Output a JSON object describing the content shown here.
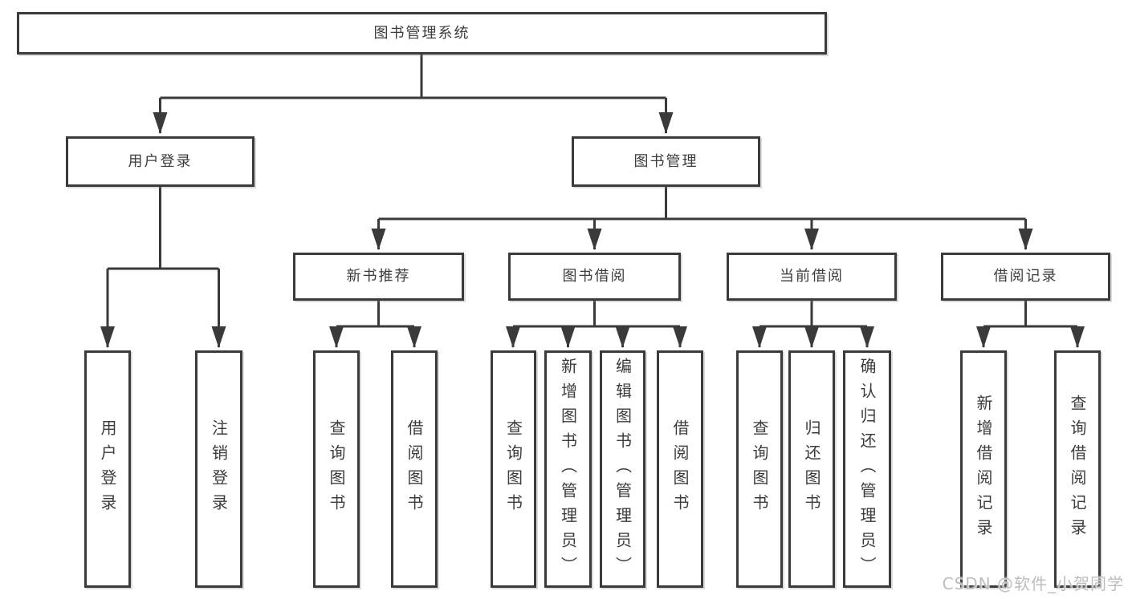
{
  "diagram": {
    "title": "图书管理系统",
    "watermark": "CSDN @软件_小贺同学",
    "colors": {
      "line": "#3a3a3a",
      "border": "#3a3a3a",
      "text": "#3c3c3c",
      "background": "#ffffff",
      "watermark": "#b9b9b9"
    }
  },
  "nodes": {
    "root": {
      "label": "图书管理系统",
      "children": [
        "user_login",
        "book_mgmt"
      ]
    },
    "user_login": {
      "label": "用户登录",
      "children": [
        "leaf_user_login",
        "leaf_logout"
      ]
    },
    "book_mgmt": {
      "label": "图书管理",
      "children": [
        "new_book_rec",
        "book_borrow",
        "current_borrow",
        "borrow_record"
      ]
    },
    "new_book_rec": {
      "label": "新书推荐",
      "children": [
        "leaf_query_book_1",
        "leaf_borrow_book_1"
      ]
    },
    "book_borrow": {
      "label": "图书借阅",
      "children": [
        "leaf_query_book_2",
        "leaf_add_book",
        "leaf_edit_book",
        "leaf_borrow_book_2"
      ]
    },
    "current_borrow": {
      "label": "当前借阅",
      "children": [
        "leaf_query_book_3",
        "leaf_return_book",
        "leaf_confirm_return"
      ]
    },
    "borrow_record": {
      "label": "借阅记录",
      "children": [
        "leaf_add_record",
        "leaf_query_record"
      ]
    },
    "leaf_user_login": {
      "label": "用户登录"
    },
    "leaf_logout": {
      "label": "注销登录"
    },
    "leaf_query_book_1": {
      "label": "查询图书"
    },
    "leaf_borrow_book_1": {
      "label": "借阅图书"
    },
    "leaf_query_book_2": {
      "label": "查询图书"
    },
    "leaf_add_book": {
      "label": "新增图书（管理员）"
    },
    "leaf_edit_book": {
      "label": "编辑图书（管理员）"
    },
    "leaf_borrow_book_2": {
      "label": "借阅图书"
    },
    "leaf_query_book_3": {
      "label": "查询图书"
    },
    "leaf_return_book": {
      "label": "归还图书"
    },
    "leaf_confirm_return": {
      "label": "确认归还（管理员）"
    },
    "leaf_add_record": {
      "label": "新增借阅记录"
    },
    "leaf_query_record": {
      "label": "查询借阅记录"
    }
  }
}
